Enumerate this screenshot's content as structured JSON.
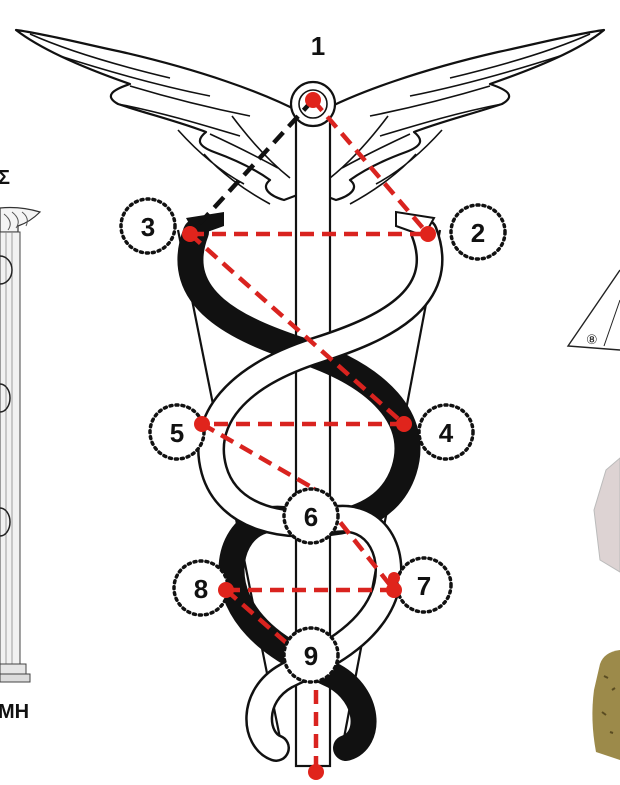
{
  "diagram": {
    "nodes": [
      {
        "id": "1",
        "label": "1"
      },
      {
        "id": "2",
        "label": "2"
      },
      {
        "id": "3",
        "label": "3"
      },
      {
        "id": "4",
        "label": "4"
      },
      {
        "id": "5",
        "label": "5"
      },
      {
        "id": "6",
        "label": "6"
      },
      {
        "id": "7",
        "label": "7"
      },
      {
        "id": "8",
        "label": "8"
      },
      {
        "id": "9",
        "label": "9"
      }
    ],
    "edges": [
      {
        "from": "1",
        "to": "2",
        "color": "#d9231f",
        "style": "dashed"
      },
      {
        "from": "1",
        "to": "3",
        "color": "#111111",
        "style": "dashed"
      },
      {
        "from": "3",
        "to": "2",
        "color": "#d9231f",
        "style": "dashed"
      },
      {
        "from": "3",
        "to": "4",
        "color": "#d9231f",
        "style": "dashed"
      },
      {
        "from": "4",
        "to": "5",
        "color": "#d9231f",
        "style": "dashed"
      },
      {
        "from": "5",
        "to": "6",
        "color": "#d9231f",
        "style": "dashed"
      },
      {
        "from": "6",
        "to": "7",
        "color": "#d9231f",
        "style": "dashed"
      },
      {
        "from": "7",
        "to": "8",
        "color": "#d9231f",
        "style": "dashed"
      },
      {
        "from": "8",
        "to": "9",
        "color": "#d9231f",
        "style": "dashed"
      },
      {
        "from": "9",
        "to": "base",
        "color": "#d9231f",
        "style": "dashed"
      }
    ],
    "point_color": "#e0241c",
    "snake_dark": "#111111",
    "snake_light": "#ffffff"
  },
  "left_panel": {
    "top_text": "Σ",
    "bottom_text": "MH"
  },
  "right_panel": {
    "marker_label": "⑧"
  }
}
